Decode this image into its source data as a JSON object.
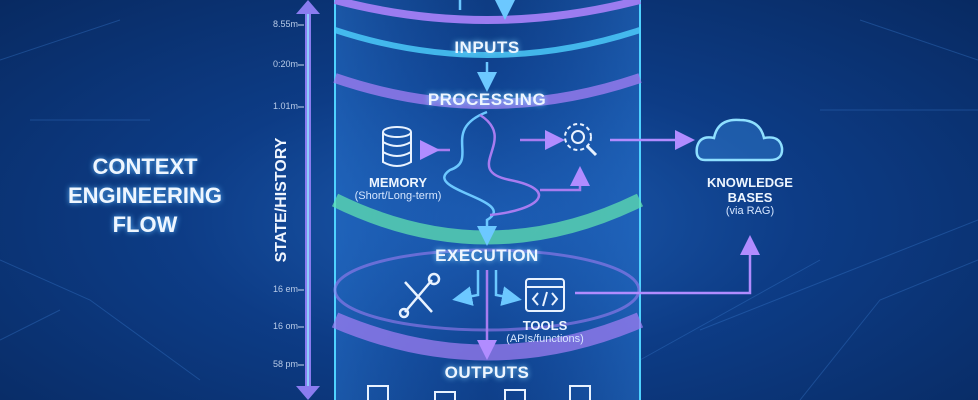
{
  "title_lines": [
    "CONTEXT",
    "ENGINEERING",
    "FLOW"
  ],
  "timeline": {
    "label": "STATE/HISTORY",
    "ticks": [
      "8.55m",
      "0:20m",
      "1.01m",
      "16 em",
      "16 om",
      "58 pm"
    ]
  },
  "stages": {
    "inputs": "INPUTS",
    "processing": "PROCESSING",
    "execution": "EXECUTION",
    "outputs": "OUTPUTS"
  },
  "memory": {
    "label": "MEMORY",
    "sub": "(Short/Long-term)"
  },
  "knowledge": {
    "line1": "KNOWLEDGE",
    "line2": "BASES",
    "sub": "(via RAG)"
  },
  "tools": {
    "label": "TOOLS",
    "sub": "(APIs/functions)"
  },
  "colors": {
    "purple": "#9b7cf0",
    "cyan": "#4fd2ff",
    "green": "#5fe0b0",
    "bg": "#0d3c86"
  }
}
